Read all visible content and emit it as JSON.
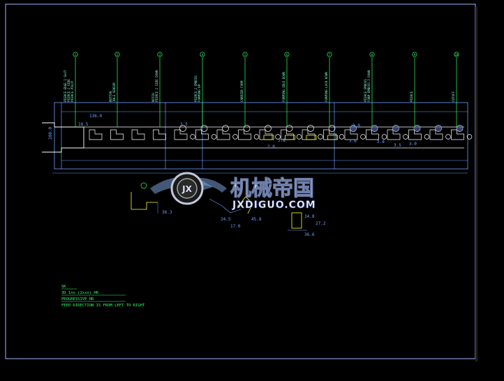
{
  "drawing": {
    "station_labels": [
      "PIERCE PILOT\nPIERCE 2 SIDE\nPIERCE EDGE 1 SLOT",
      "IDLE SENSOR\nBUTTON",
      "PIERCE 2 SIDE DOWN\nNOTCH",
      "FORMING UP\nPIERCE 2 EMBOSS",
      "CARRIER FORM",
      "FORMING IDLE DOWN",
      "FORMING LOCK DOWN",
      "FORM EMBOSS 2 DOWN\nPIERCE EMBOSS",
      "PIERCE",
      "CUTOFF"
    ],
    "dimensions": [
      "136.0",
      "18.5",
      "280.0",
      "3.5",
      "2.0",
      "3.8",
      "3.0",
      "3.6",
      "3.8",
      "3.5",
      "3.0",
      "36.3",
      "24.5",
      "17.0",
      "45.8",
      "34.8",
      "27.2",
      "36.6"
    ],
    "notes": [
      "SK",
      "3D  1no (2xxx) HR",
      "PROGRESSIVE  HR",
      "FEED DIRECTION  IS  FROM  LEFT  TO  RIGHT"
    ],
    "watermark": {
      "cn": "机械帝国",
      "en": "JXDIGUO.COM",
      "emblem": "JX"
    },
    "colors": {
      "background": "#000000",
      "frame": "#9fb6ff",
      "outline": "#ffffff",
      "leader": "#33ff66",
      "dimension": "#6ea2ff",
      "accent": "#ffff33",
      "label": "#7fffd0"
    }
  }
}
